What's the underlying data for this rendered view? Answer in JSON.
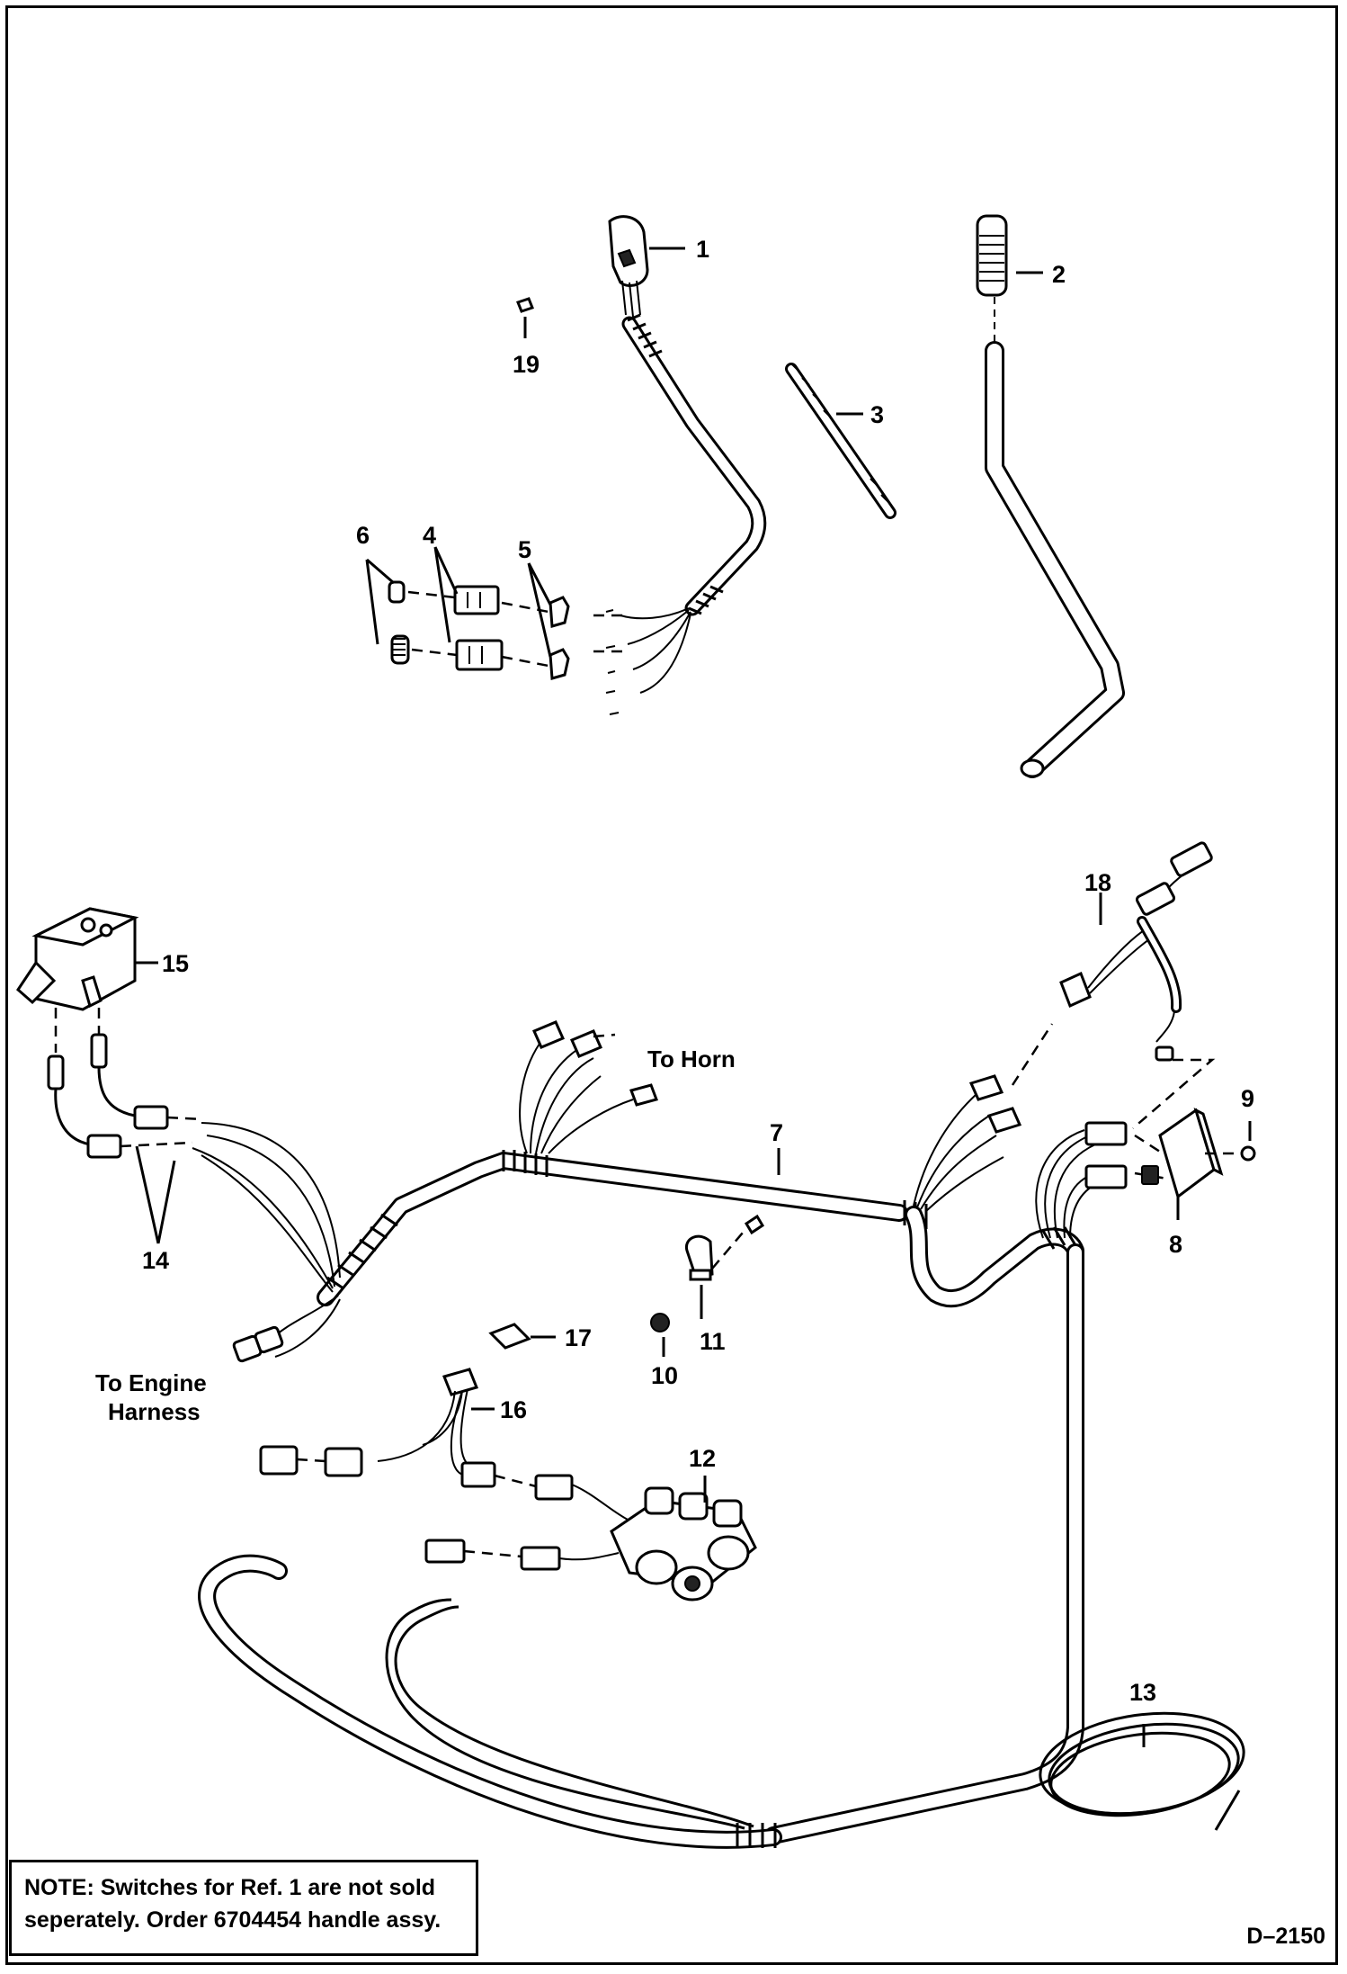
{
  "callouts": [
    {
      "ref": "1"
    },
    {
      "ref": "2"
    },
    {
      "ref": "3"
    },
    {
      "ref": "4"
    },
    {
      "ref": "5"
    },
    {
      "ref": "6"
    },
    {
      "ref": "7"
    },
    {
      "ref": "8"
    },
    {
      "ref": "9"
    },
    {
      "ref": "10"
    },
    {
      "ref": "11"
    },
    {
      "ref": "12"
    },
    {
      "ref": "13"
    },
    {
      "ref": "14"
    },
    {
      "ref": "15"
    },
    {
      "ref": "16"
    },
    {
      "ref": "17"
    },
    {
      "ref": "18"
    },
    {
      "ref": "19"
    }
  ],
  "labels": {
    "to_horn": "To Horn",
    "to_engine_line1": "To Engine",
    "to_engine_line2": "Harness"
  },
  "note": {
    "keyword": "NOTE:",
    "line1": "Switches for Ref. 1 are not sold",
    "line2": "seperately.  Order 6704454 handle assy."
  },
  "figure_code": "D–2150"
}
